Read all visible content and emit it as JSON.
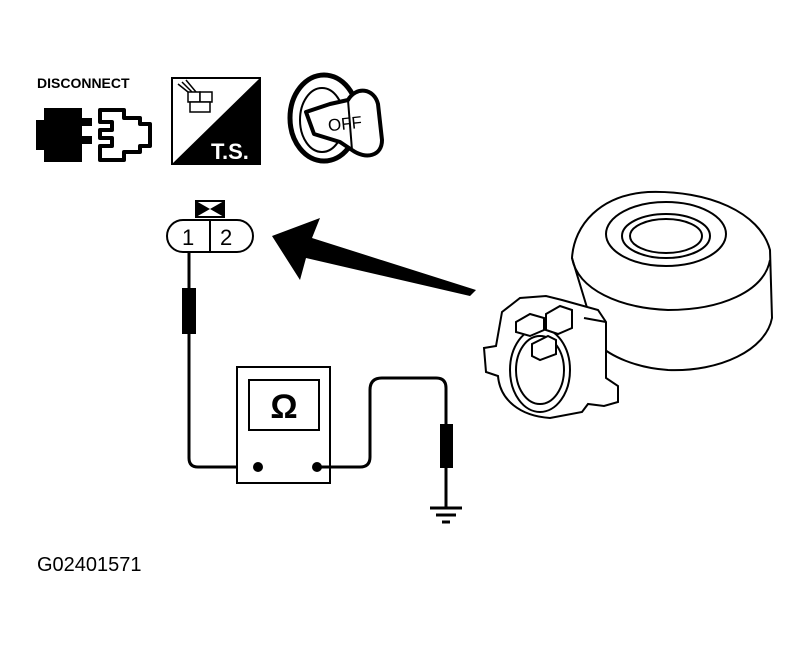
{
  "icons": {
    "disconnect_label": "DISCONNECT",
    "ts_label": "T.S.",
    "key_label": "OFF"
  },
  "connector": {
    "pin1": "1",
    "pin2": "2"
  },
  "meter": {
    "symbol": "Ω"
  },
  "figure_id": "G02401571"
}
